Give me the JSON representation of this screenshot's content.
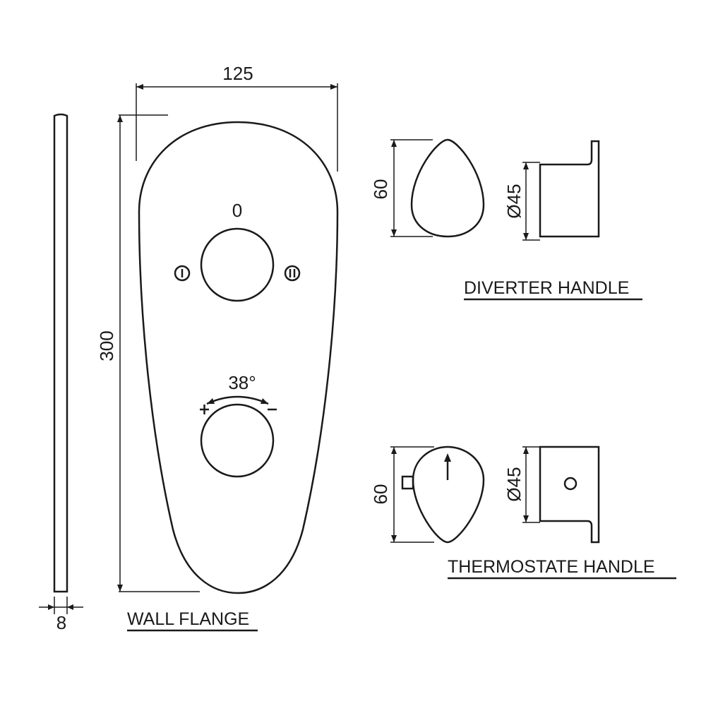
{
  "wall_flange": {
    "title": "WALL FLANGE",
    "width_dim": "125",
    "height_dim": "300",
    "thickness_dim": "8",
    "position_off": "0",
    "position_one": "I",
    "position_two": "II",
    "rotation_angle": "38°",
    "plus_sign": "+",
    "minus_sign": "−"
  },
  "diverter_handle": {
    "title": "DIVERTER HANDLE",
    "height_dim": "60",
    "diameter_dim": "Ø45"
  },
  "thermostat_handle": {
    "title": "THERMOSTATE  HANDLE",
    "height_dim": "60",
    "diameter_dim": "Ø45"
  }
}
